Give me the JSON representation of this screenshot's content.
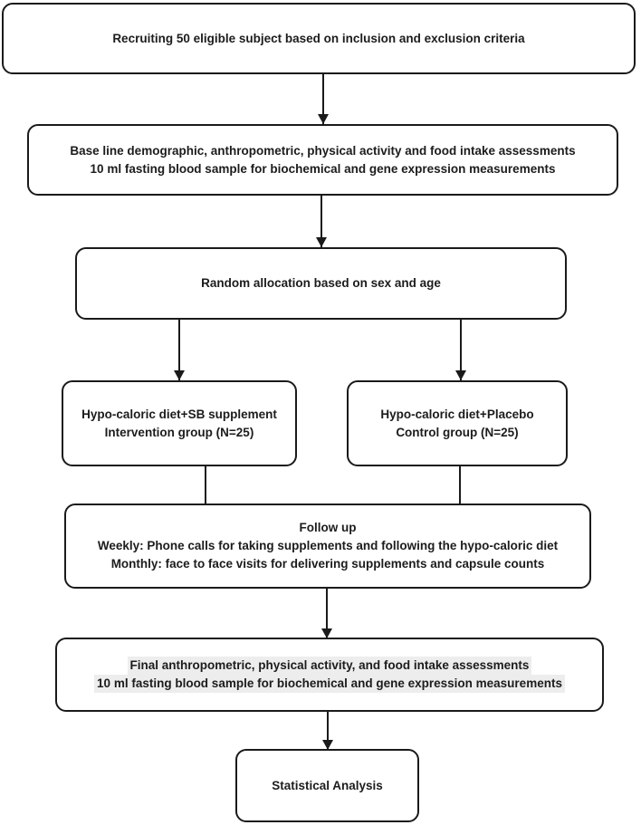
{
  "colors": {
    "border": "#1a1a1a",
    "background": "#ffffff",
    "text": "#1c1c1c",
    "final_text_highlight": "#ededed"
  },
  "nodes": {
    "recruit": {
      "lines": [
        "Recruiting 50 eligible subject based on inclusion and exclusion criteria"
      ]
    },
    "baseline": {
      "lines": [
        "Base line demographic, anthropometric, physical activity and food intake assessments",
        "10 ml fasting blood sample for biochemical and gene expression measurements"
      ]
    },
    "random": {
      "lines": [
        "Random allocation based on sex and age"
      ]
    },
    "intervention": {
      "lines": [
        "Hypo-caloric diet+SB supplement",
        "Intervention group (N=25)"
      ]
    },
    "control": {
      "lines": [
        "Hypo-caloric diet+Placebo",
        "Control group (N=25)"
      ]
    },
    "followup": {
      "lines": [
        "Follow up",
        "Weekly: Phone calls for taking supplements and following the hypo-caloric diet",
        "Monthly: face to face visits for delivering supplements and capsule counts"
      ]
    },
    "final": {
      "lines": [
        "Final anthropometric, physical activity, and food intake assessments",
        "10 ml fasting blood sample for biochemical and gene expression measurements"
      ]
    },
    "stats": {
      "lines": [
        "Statistical Analysis"
      ]
    }
  },
  "edges": [
    {
      "from": "recruit",
      "to": "baseline",
      "arrowhead": true
    },
    {
      "from": "baseline",
      "to": "random",
      "arrowhead": true
    },
    {
      "from": "random",
      "to": "intervention",
      "arrowhead": true
    },
    {
      "from": "random",
      "to": "control",
      "arrowhead": true
    },
    {
      "from": "intervention",
      "to": "followup",
      "arrowhead": false
    },
    {
      "from": "control",
      "to": "followup",
      "arrowhead": false
    },
    {
      "from": "followup",
      "to": "final",
      "arrowhead": true
    },
    {
      "from": "final",
      "to": "stats",
      "arrowhead": true
    }
  ]
}
